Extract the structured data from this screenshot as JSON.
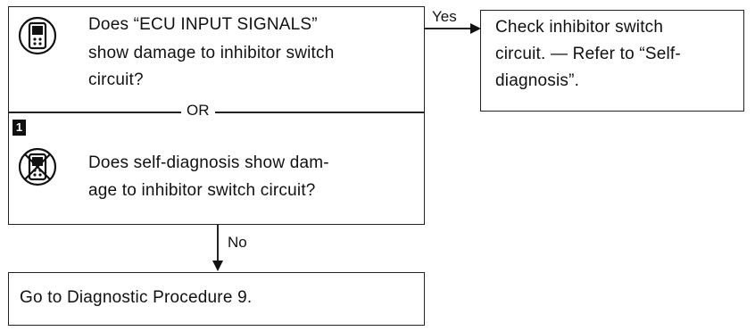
{
  "flowchart": {
    "question_consult": "Does “ECU INPUT SIGNALS” show damage to inhibitor switch circuit?",
    "question_consult_lines": [
      "Does “ECU INPUT SIGNALS”",
      "show damage to inhibitor switch",
      "circuit?"
    ],
    "or_label": "OR",
    "step_number": "1",
    "question_self_diag_lines": [
      "Does self-diagnosis show dam-",
      "age to inhibitor switch circuit?"
    ],
    "yes_label": "Yes",
    "no_label": "No",
    "yes_result_lines": [
      "Check inhibitor switch",
      "circuit. — Refer to “Self-",
      "diagnosis”."
    ],
    "no_result": "Go to Diagnostic Procedure 9."
  },
  "icons": {
    "consult": "consult-tool-icon",
    "no_tool": "no-consult-tool-icon"
  }
}
